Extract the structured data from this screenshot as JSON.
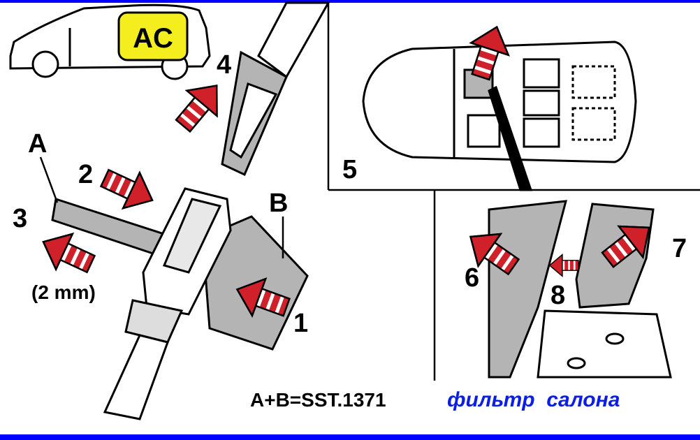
{
  "colors": {
    "border": "#0000ff",
    "arrow": "#d0202a",
    "badge": "#f5ee1e",
    "part": "#b4b4b4",
    "caption": "#0a1ee6"
  },
  "badge": {
    "text": "AC"
  },
  "steps": {
    "s1": "1",
    "s2": "2",
    "s3": "3",
    "s4": "4",
    "s5": "5",
    "s6": "6",
    "s7": "7",
    "s8": "8"
  },
  "labels": {
    "a": "A",
    "b": "B",
    "gap": "(2 mm)",
    "tool": "A+B=SST.1371"
  },
  "caption": "фильтр  салона"
}
